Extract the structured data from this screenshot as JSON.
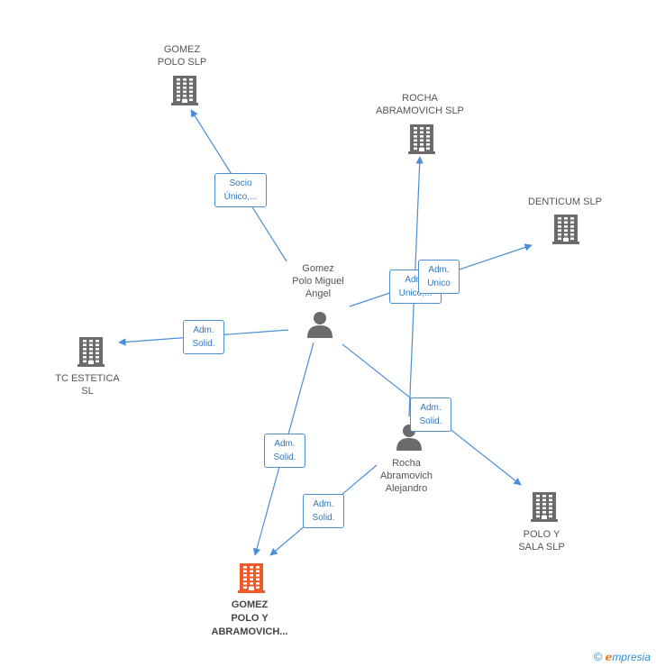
{
  "colors": {
    "edge": "#4a8fd6",
    "building": "#6b6b6b",
    "building_main": "#f05a28",
    "person": "#6b6b6b"
  },
  "nodes": {
    "gomez_polo_slp": {
      "label": "GOMEZ\nPOLO SLP"
    },
    "rocha_abramovich_slp": {
      "label": "ROCHA\nABRAMOVICH SLP"
    },
    "denticum_slp": {
      "label": "DENTICUM  SLP"
    },
    "tc_estetica_sl": {
      "label": "TC ESTETICA\nSL"
    },
    "polo_y_sala_slp": {
      "label": "POLO Y\nSALA SLP"
    },
    "gomez_polo_y_abramovich": {
      "label": "GOMEZ\nPOLO Y\nABRAMOVICH..."
    },
    "gomez_polo_miguel_angel": {
      "label": "Gomez\nPolo Miguel\nAngel"
    },
    "rocha_abramovich_alejandro": {
      "label": "Rocha\nAbramovich\nAlejandro"
    }
  },
  "edges": {
    "e1": {
      "label": "Socio\nÚnico,..."
    },
    "e2": {
      "label": "Adm.\nSolid."
    },
    "e3": {
      "label": "Adm.\nSolid."
    },
    "e4": {
      "label": "Adm.\nUnico,..."
    },
    "e5": {
      "label": "Adm.\nUnico"
    },
    "e6": {
      "label": "Adm.\nSolid."
    },
    "e7": {
      "label": "Adm.\nSolid."
    }
  },
  "footer": {
    "copyright": "©",
    "brand_initial": "e",
    "brand_rest": "mpresia"
  }
}
